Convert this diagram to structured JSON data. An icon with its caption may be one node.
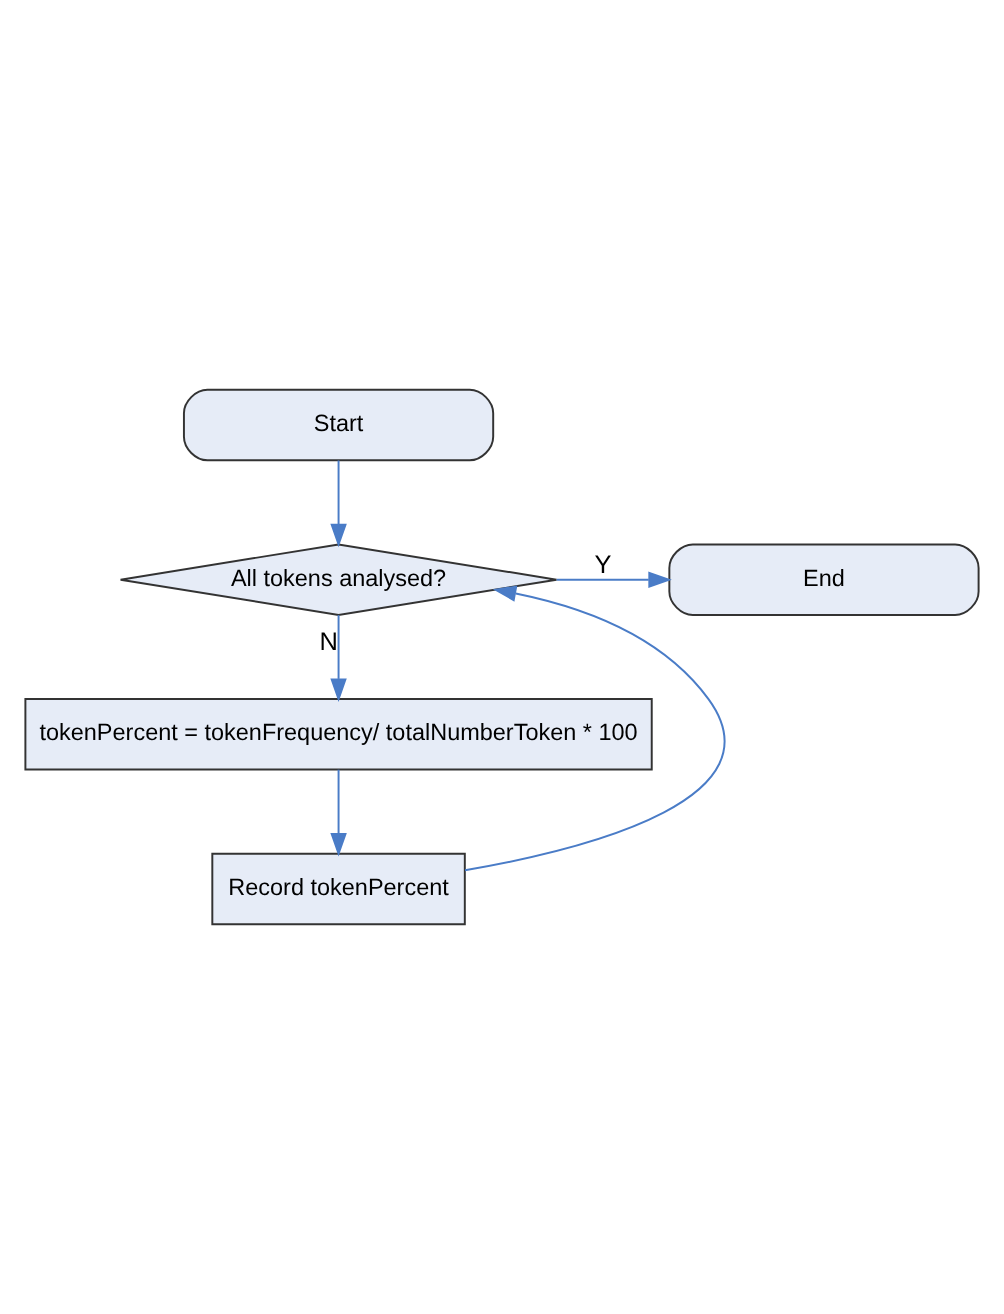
{
  "diagram": {
    "nodes": [
      {
        "text": [
          "Start"
        ]
      },
      {
        "text": [
          "All tokens analysed?"
        ]
      },
      {
        "text": [
          "End"
        ]
      },
      {
        "text": [
          "tokenPercent = tokenFrequency/ totalNumberToken * 100"
        ]
      },
      {
        "text": [
          "Record tokenPercent"
        ]
      }
    ],
    "edges": [
      {
        "from": 0,
        "to": 1,
        "arrow": "to"
      },
      {
        "from": 1,
        "to": 2,
        "arrow": "to",
        "label": "Y"
      },
      {
        "from": 1,
        "to": 3,
        "arrow": "to",
        "label": "N"
      },
      {
        "from": 3,
        "to": 4,
        "arrow": "to"
      },
      {
        "from": 4,
        "to": 1,
        "arrow": "to"
      }
    ]
  }
}
